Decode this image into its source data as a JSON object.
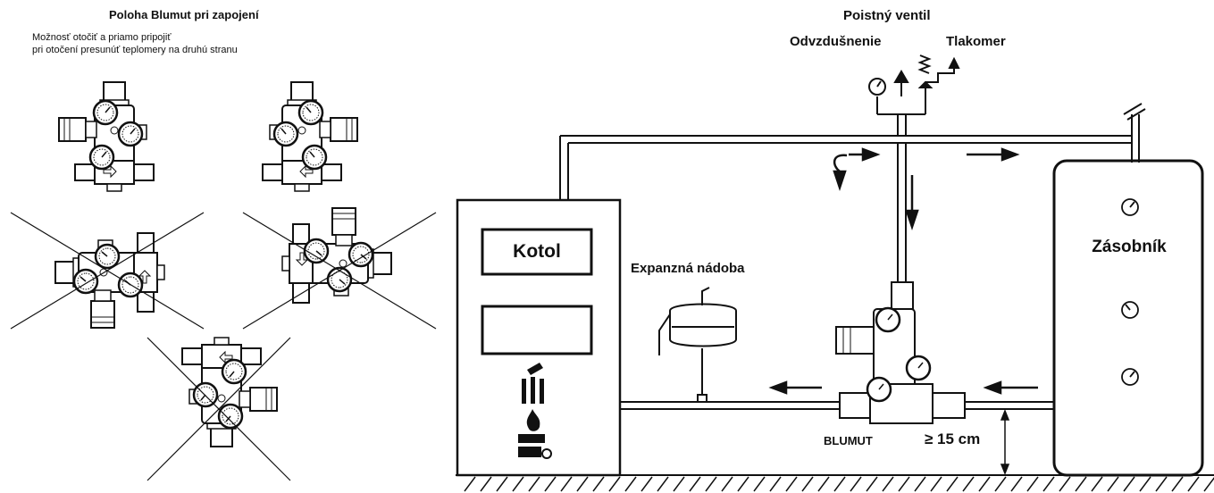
{
  "left_panel": {
    "title": "Poloha Blumut pri zapojení",
    "note_line1": "Možnosť otočiť a priamo pripojiť",
    "note_line2": "pri otočení presunúť teplomery na druhú stranu"
  },
  "schematic": {
    "safety_valve": "Poistný ventil",
    "air_vent": "Odvzdušnenie",
    "pressure_gauge": "Tlakomer",
    "boiler": "Kotol",
    "expansion_vessel": "Expanzná nádoba",
    "storage_tank": "Zásobník",
    "unit_name": "BLUMUT",
    "min_height": "≥ 15 cm"
  },
  "colors": {
    "line": "#111111",
    "background": "#ffffff"
  }
}
